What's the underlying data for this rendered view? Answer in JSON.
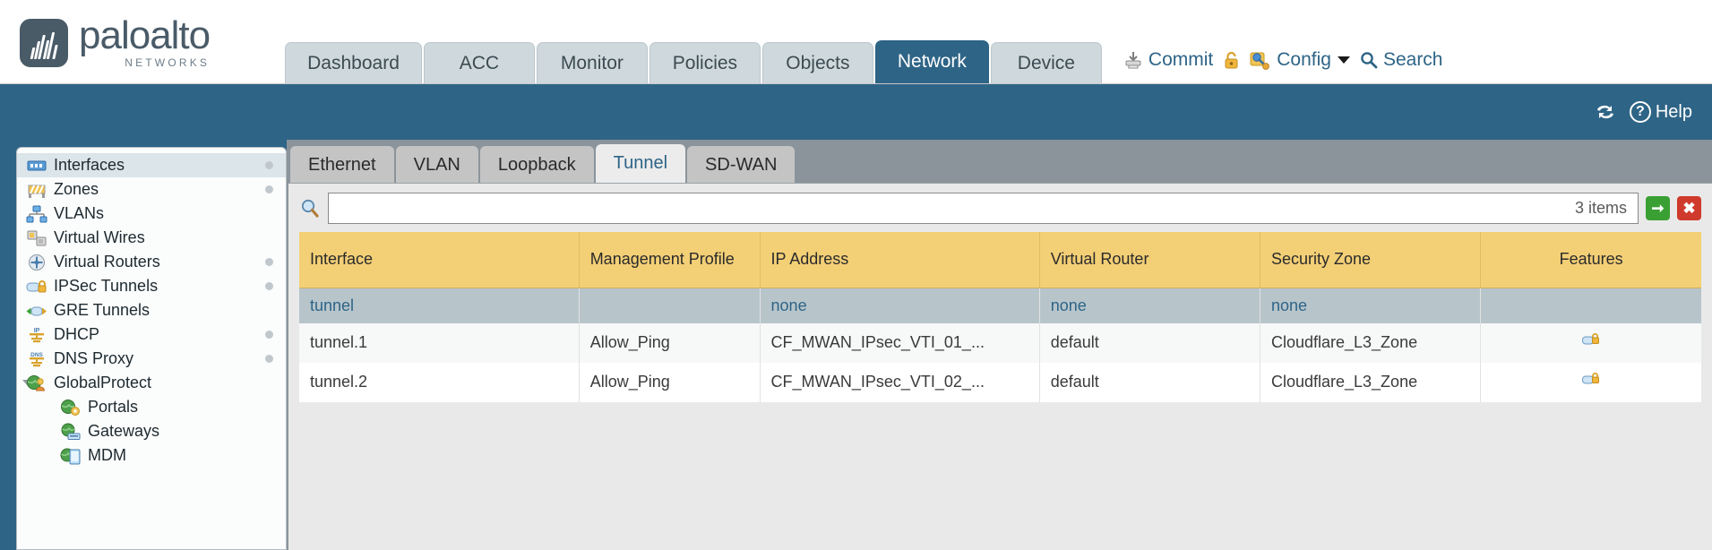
{
  "brand": {
    "name": "paloalto",
    "sub": "NETWORKS",
    "mark_icon": "paloalto-logo-icon"
  },
  "nav": {
    "tabs": [
      {
        "label": "Dashboard",
        "active": false
      },
      {
        "label": "ACC",
        "active": false
      },
      {
        "label": "Monitor",
        "active": false
      },
      {
        "label": "Policies",
        "active": false
      },
      {
        "label": "Objects",
        "active": false
      },
      {
        "label": "Network",
        "active": true
      },
      {
        "label": "Device",
        "active": false
      }
    ]
  },
  "topactions": {
    "commit": {
      "label": "Commit",
      "icon": "commit-icon"
    },
    "lock": {
      "icon": "padlock-icon"
    },
    "config": {
      "label": "Config",
      "icon": "config-key-icon",
      "caret": "chevron-down-icon"
    },
    "search": {
      "label": "Search",
      "icon": "search-magnifier-icon"
    }
  },
  "bluebar": {
    "refresh_icon": "refresh-icon",
    "help": {
      "label": "Help",
      "icon": "help-question-icon"
    }
  },
  "sidebar": {
    "items": [
      {
        "label": "Interfaces",
        "icon": "interfaces-icon",
        "selected": true,
        "dot": true,
        "child": false,
        "caret": false
      },
      {
        "label": "Zones",
        "icon": "zones-icon",
        "selected": false,
        "dot": true,
        "child": false,
        "caret": false
      },
      {
        "label": "VLANs",
        "icon": "vlans-icon",
        "selected": false,
        "dot": false,
        "child": false,
        "caret": false
      },
      {
        "label": "Virtual Wires",
        "icon": "virtual-wires-icon",
        "selected": false,
        "dot": false,
        "child": false,
        "caret": false
      },
      {
        "label": "Virtual Routers",
        "icon": "virtual-routers-icon",
        "selected": false,
        "dot": true,
        "child": false,
        "caret": false
      },
      {
        "label": "IPSec Tunnels",
        "icon": "ipsec-tunnels-icon",
        "selected": false,
        "dot": true,
        "child": false,
        "caret": false
      },
      {
        "label": "GRE Tunnels",
        "icon": "gre-tunnels-icon",
        "selected": false,
        "dot": false,
        "child": false,
        "caret": false
      },
      {
        "label": "DHCP",
        "icon": "dhcp-icon",
        "selected": false,
        "dot": true,
        "child": false,
        "caret": false
      },
      {
        "label": "DNS Proxy",
        "icon": "dns-proxy-icon",
        "selected": false,
        "dot": true,
        "child": false,
        "caret": false
      },
      {
        "label": "GlobalProtect",
        "icon": "globalprotect-icon",
        "selected": false,
        "dot": false,
        "child": false,
        "caret": true
      },
      {
        "label": "Portals",
        "icon": "portals-icon",
        "selected": false,
        "dot": false,
        "child": true,
        "caret": false
      },
      {
        "label": "Gateways",
        "icon": "gateways-icon",
        "selected": false,
        "dot": false,
        "child": true,
        "caret": false
      },
      {
        "label": "MDM",
        "icon": "mdm-icon",
        "selected": false,
        "dot": false,
        "child": true,
        "caret": false
      }
    ]
  },
  "content": {
    "tabs": [
      {
        "label": "Ethernet",
        "active": false
      },
      {
        "label": "VLAN",
        "active": false
      },
      {
        "label": "Loopback",
        "active": false
      },
      {
        "label": "Tunnel",
        "active": true
      },
      {
        "label": "SD-WAN",
        "active": false
      }
    ],
    "search": {
      "icon": "search-magnifier-icon",
      "value": "",
      "placeholder": "",
      "item_count": "3 items",
      "apply_icon": "arrow-right-icon",
      "clear_icon": "close-x-icon"
    },
    "table": {
      "columns": [
        "Interface",
        "Management Profile",
        "IP Address",
        "Virtual Router",
        "Security Zone",
        "Features"
      ],
      "rows": [
        {
          "type": "group",
          "interface": "tunnel",
          "management_profile": "",
          "ip_address": "none",
          "virtual_router": "none",
          "security_zone": "none",
          "features": ""
        },
        {
          "type": "data",
          "interface": "tunnel.1",
          "management_profile": "Allow_Ping",
          "ip_address": "CF_MWAN_IPsec_VTI_01_...",
          "virtual_router": "default",
          "security_zone": "Cloudflare_L3_Zone",
          "features": "ipsec-lock-icon"
        },
        {
          "type": "data",
          "interface": "tunnel.2",
          "management_profile": "Allow_Ping",
          "ip_address": "CF_MWAN_IPsec_VTI_02_...",
          "virtual_router": "default",
          "security_zone": "Cloudflare_L3_Zone",
          "features": "ipsec-lock-icon"
        }
      ]
    }
  },
  "colors": {
    "brand_dark": "#4a5b68",
    "nav_active": "#2e6486",
    "bluebar": "#2e6486",
    "table_header": "#f3cf76",
    "group_row": "#b7c5cb",
    "link": "#2e6486",
    "go_green": "#3aa033",
    "clear_red": "#cf3a2c"
  }
}
